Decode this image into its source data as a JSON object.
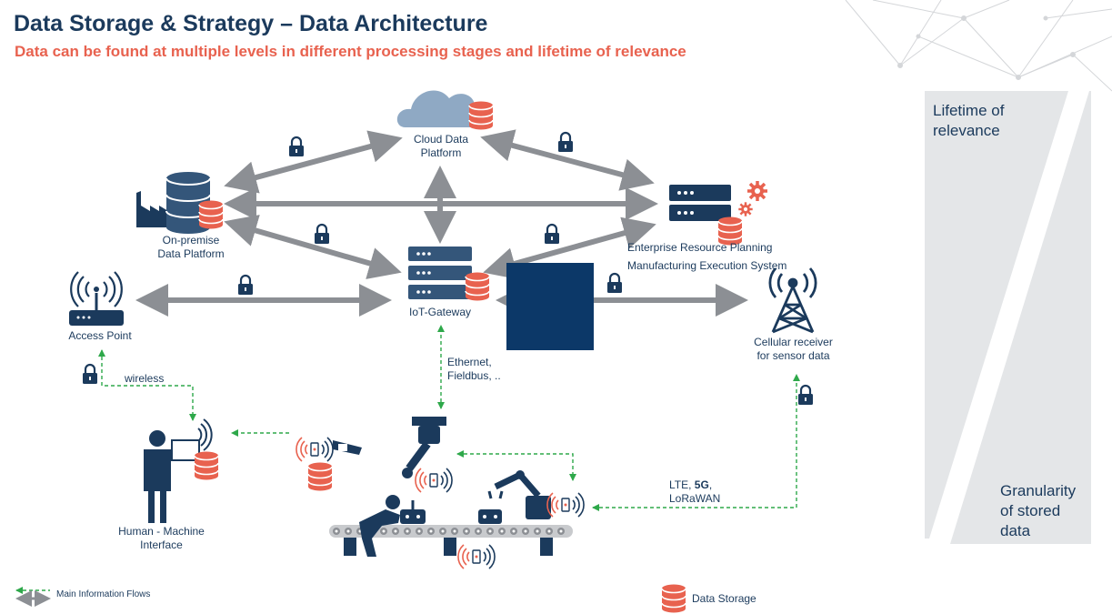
{
  "header": {
    "title": "Data Storage & Strategy – Data Architecture",
    "subtitle": "Data can be found at multiple levels in different processing stages and lifetime of relevance"
  },
  "nodes": {
    "cloud": {
      "line1": "Cloud Data",
      "line2": "Platform"
    },
    "onprem": {
      "line1": "On-premise",
      "line2": "Data Platform"
    },
    "erp": {
      "line1": "Enterprise Resource Planning",
      "line2": "Manufacturing Execution System"
    },
    "gateway": {
      "label": "IoT-Gateway"
    },
    "access_point": {
      "label": "Access Point"
    },
    "cellular": {
      "line1": "Cellular receiver",
      "line2": "for sensor data"
    },
    "hmi": {
      "line1": "Human - Machine",
      "line2": "Interface"
    }
  },
  "connections": {
    "ethernet": {
      "line1": "Ethernet,",
      "line2": "Fieldbus, .."
    },
    "wireless": "wireless",
    "lte": {
      "line1_prefix": "LTE, ",
      "line1_bold": "5G",
      "line1_suffix": ",",
      "line2": "LoRaWAN"
    }
  },
  "side_panel": {
    "top": {
      "line1": "Lifetime of",
      "line2": "relevance"
    },
    "bottom": {
      "line1": "Granularity",
      "line2": "of stored",
      "line3": "data"
    }
  },
  "legend": {
    "flows": "Main Information Flows",
    "storage": "Data Storage"
  },
  "colors": {
    "navy": "#1b3a5c",
    "accent_red": "#e8624f",
    "arrow_gray": "#8c8f94",
    "flow_green": "#2ea84a",
    "cloud_blue": "#8fa9c4",
    "panel_gray": "#e4e6e8"
  }
}
